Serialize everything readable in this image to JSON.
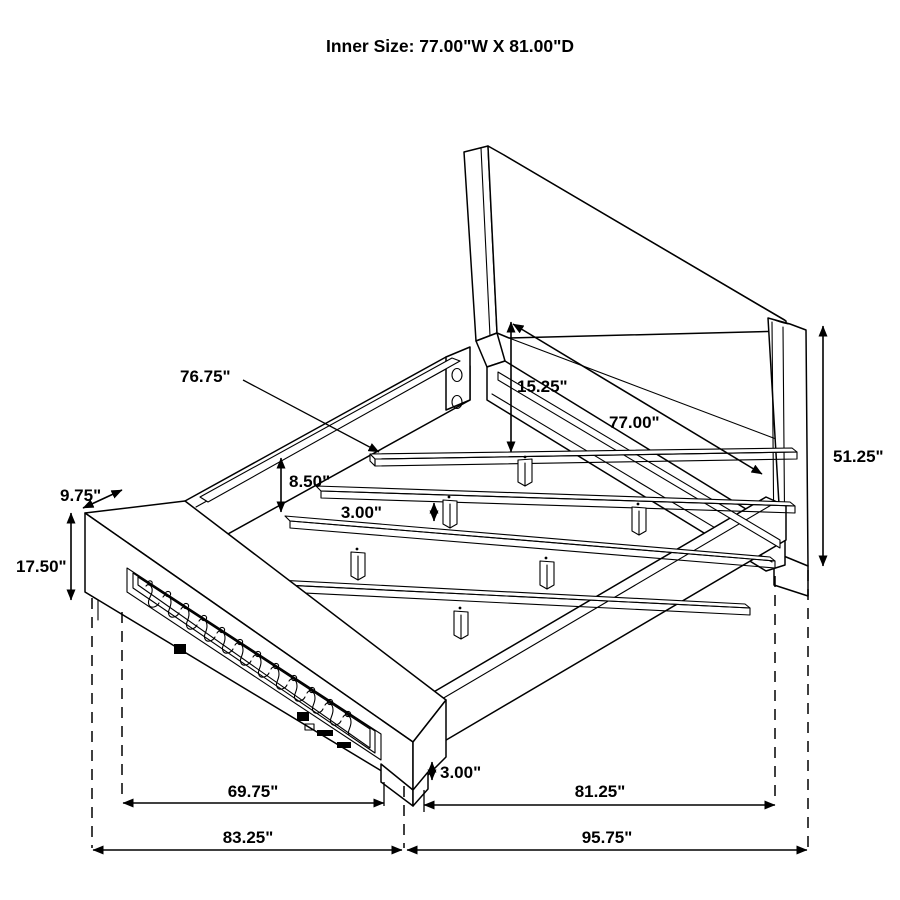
{
  "title": "Inner Size: 77.00\"W X 81.00\"D",
  "drawing": {
    "subject": "platform-bed-assembly-dimension-drawing",
    "projection": "isometric",
    "units": "inches",
    "line_color": "#000000",
    "background_color": "#ffffff"
  },
  "dimensions": {
    "inner_width": "77.00\"",
    "inner_depth": "81.00\"",
    "headboard_total_height": "51.25\"",
    "headboard_panel_drop": "15.25\"",
    "headboard_inner_width": "77.00\"",
    "side_rail_length": "76.75\"",
    "slat_spacing": "8.50\"",
    "slat_thickness": "3.00\"",
    "footboard_height": "17.50\"",
    "footboard_depth": "9.75\"",
    "footboard_clearance": "3.00\"",
    "footboard_inner_width": "69.75\"",
    "footboard_outer_width": "83.25\"",
    "bed_side_depth": "81.25\"",
    "bed_overall_depth": "95.75\""
  },
  "labels": {
    "l_76_75": "76.75\"",
    "l_15_25": "15.25\"",
    "l_77_00": "77.00\"",
    "l_51_25": "51.25\"",
    "l_8_50": "8.50\"",
    "l_3_00_slat": "3.00\"",
    "l_9_75": "9.75\"",
    "l_17_50": "17.50\"",
    "l_3_00_foot": "3.00\"",
    "l_69_75": "69.75\"",
    "l_81_25": "81.25\"",
    "l_83_25": "83.25\"",
    "l_95_75": "95.75\""
  }
}
